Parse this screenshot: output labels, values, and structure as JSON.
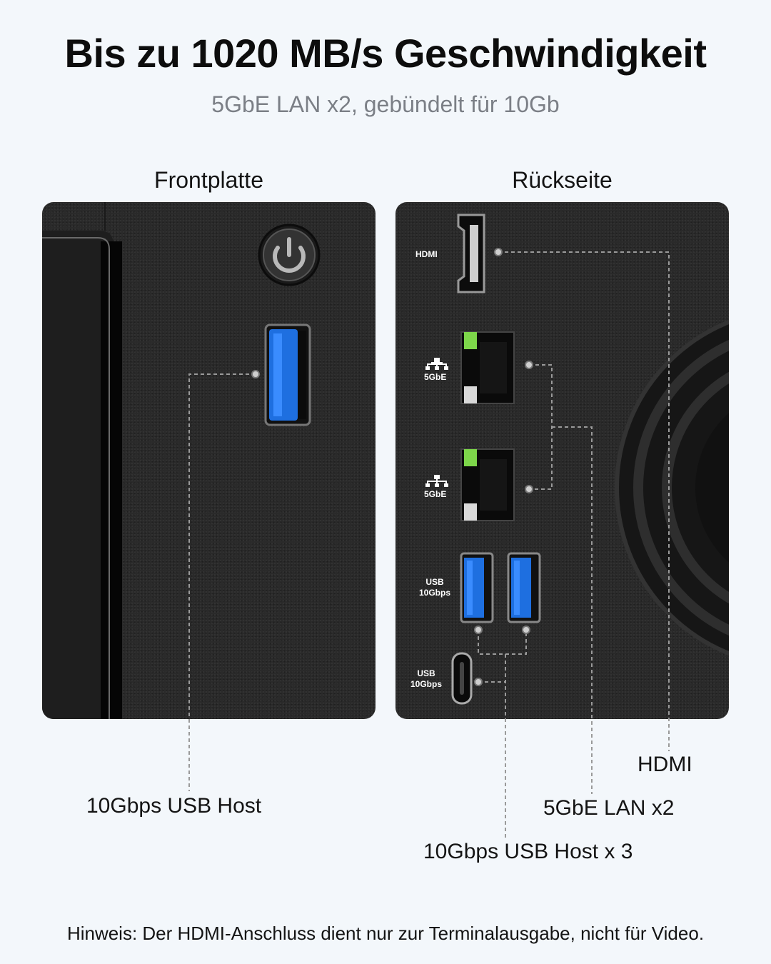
{
  "header": {
    "title": "Bis zu 1020 MB/s Geschwindigkeit",
    "subtitle": "5GbE LAN x2, gebündelt für 10Gb"
  },
  "panels": {
    "front_label": "Frontplatte",
    "rear_label": "Rückseite"
  },
  "rear_port_labels": {
    "hdmi": "HDMI",
    "lan1": "5GbE",
    "lan2": "5GbE",
    "usb_a_line1": "USB",
    "usb_a_line2": "10Gbps",
    "usb_c_line1": "USB",
    "usb_c_line2": "10Gbps"
  },
  "callouts": {
    "front_usb": "10Gbps USB Host",
    "hdmi": "HDMI",
    "lan": "5GbE LAN x2",
    "usb_rear": "10Gbps USB Host x 3"
  },
  "footnote": "Hinweis: Der HDMI-Anschluss dient nur zur Terminalausgabe, nicht für Video.",
  "colors": {
    "usb_blue": "#1e6fe0",
    "panel": "#2a2a2a",
    "led_green": "#7dd64a"
  },
  "icons": [
    "power-icon",
    "network-icon"
  ]
}
